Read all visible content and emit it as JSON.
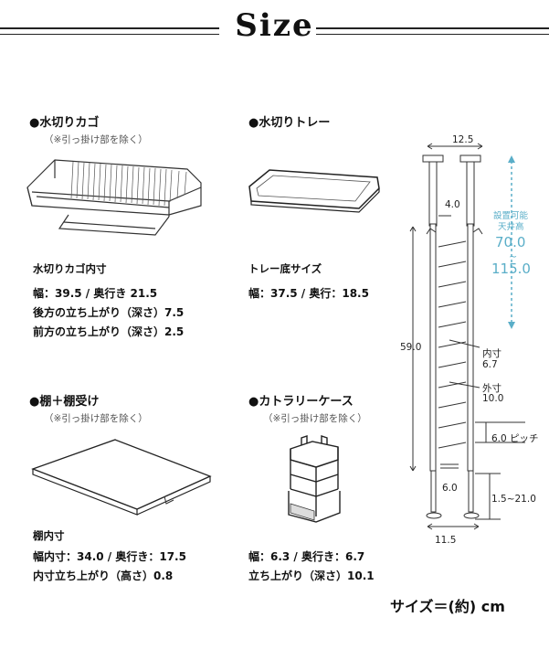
{
  "header": {
    "title": "Size"
  },
  "basket": {
    "title": "●水切りカゴ",
    "note": "（※引っ掛け部を除く）",
    "label": "水切りカゴ内寸",
    "line1": "幅：39.5 / 奥行き 21.5",
    "line2": "後方の立ち上がり（深さ）7.5",
    "line3": "前方の立ち上がり（深さ）2.5"
  },
  "tray": {
    "title": "●水切りトレー",
    "label": "トレー底サイズ",
    "line1": "幅：37.5 / 奥行：18.5"
  },
  "shelf": {
    "title": "●棚＋棚受け",
    "note": "（※引っ掛け部を除く）",
    "label": "棚内寸",
    "line1": "幅内寸：34.0 / 奥行き：17.5",
    "line2": "内寸立ち上がり（高さ）0.8"
  },
  "cutlery": {
    "title": "●カトラリーケース",
    "note": "（※引っ掛け部を除く）",
    "line1": "幅：6.3 / 奥行き：6.7",
    "line2": "立ち上がり（深さ）10.1"
  },
  "rack": {
    "top_width": "12.5",
    "hook": "4.0",
    "height": "59.0",
    "inner_label": "内寸",
    "inner_value": "6.7",
    "outer_label": "外寸",
    "outer_value": "10.0",
    "pitch": "6.0 ピッチ",
    "bottom_gap": "6.0",
    "foot_range": "1.5~21.0",
    "base_width": "11.5",
    "install_label1": "設置可能",
    "install_label2": "天井高",
    "install_min": "70.0",
    "install_tilde": "~",
    "install_max": "115.0"
  },
  "footer": {
    "unit_note": "サイズ＝(約) cm"
  }
}
